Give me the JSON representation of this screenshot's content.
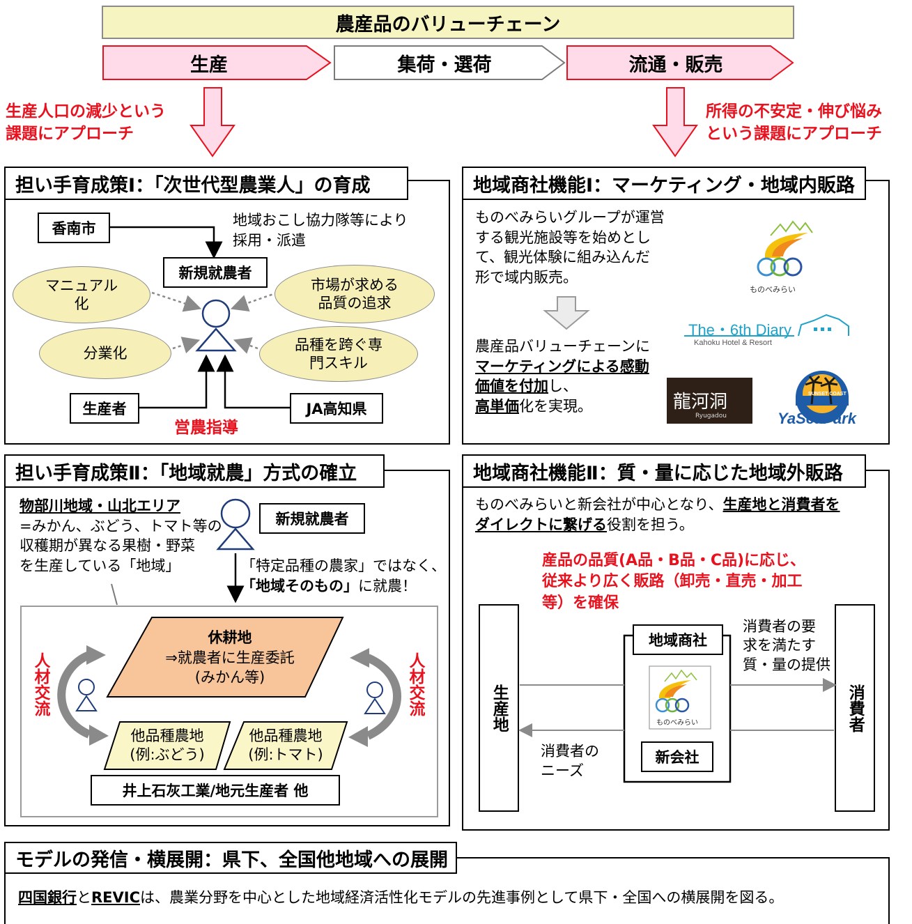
{
  "header": {
    "title": "農産品のバリューチェーン",
    "stage1": "生産",
    "stage2": "集荷・選荷",
    "stage3": "流通・販売"
  },
  "issues": {
    "left_line1": "生産人口の減少という",
    "left_line2": "課題にアプローチ",
    "right_line1": "所得の不安定・伸び悩み",
    "right_line2": "という課題にアプローチ"
  },
  "panel1": {
    "title": "担い手育成策Ⅰ：「次世代型農業人」の育成",
    "konan": "香南市",
    "recruit_line1": "地域おこし協力隊等により",
    "recruit_line2": "採用・派遣",
    "newcomer": "新規就農者",
    "manual_line1": "マニュアル",
    "manual_line2": "化",
    "market_line1": "市場が求める",
    "market_line2": "品質の追求",
    "division": "分業化",
    "crossvar_line1": "品種を跨ぐ専",
    "crossvar_line2": "門スキル",
    "producer": "生産者",
    "ja": "JA高知県",
    "guidance": "営農指導"
  },
  "panel2": {
    "title": "地域商社機能Ⅰ：マーケティング・地域内販路",
    "desc_line1": "ものべみらいグループが運営",
    "desc_line2": "する観光施設等を始めとし",
    "desc_line3": "て、観光体験に組み込んだ",
    "desc_line4": "形で域内販売。",
    "value_line1": "農産品バリューチェーンに",
    "value_u1": "マーケティングによる感動",
    "value_u2": "価値を付加",
    "value_t2": "し、",
    "value_u3": "高単価",
    "value_t3": "化を実現。",
    "logo_monobe": "ものべみらい",
    "logo_6th_a": "The・",
    "logo_6th_b": "6th Diary",
    "logo_6th_sub": "Kahoku Hotel & Resort",
    "logo_ryugado": "龍河洞",
    "logo_ryugado_sub": "Ryugadou",
    "logo_yasea": "YaSeaPark",
    "logo_yasea_sub": "SUNSET COAST"
  },
  "panel3": {
    "title": "担い手育成策Ⅱ：「地域就農」方式の確立",
    "area": "物部川地域・山北エリア",
    "area_line2": "=みかん、ぶどう、トマト等の",
    "area_line3": "収穫期が異なる果樹・野菜",
    "area_line4": "を生産している「地域」",
    "newcomer": "新規就農者",
    "note_line1": "「特定品種の農家」ではなく、",
    "note_bold": "「地域そのもの」",
    "note_rest": "に就農！",
    "fallow_title": "休耕地",
    "fallow_line2": "⇒就農者に生産委託",
    "fallow_line3": "(みかん等)",
    "other1_line1": "他品種農地",
    "other1_line2": "(例:ぶどう)",
    "other2_line1": "他品種農地",
    "other2_line2": "(例:トマト)",
    "exchange": "人材交流",
    "inoue": "井上石灰工業/地元生産者 他"
  },
  "panel4": {
    "title": "地域商社機能Ⅱ：質・量に応じた地域外販路",
    "desc_t1": "ものべみらいと新会社が中心となり、",
    "desc_u1": "生産地と消費者を",
    "desc_u2": "ダイレクトに繋げる",
    "desc_t2": "役割を担う。",
    "red_line1": "産品の品質(A品・B品・C品)に応じ、",
    "red_line2": "従来より広く販路（卸売・直売・加工",
    "red_line3": "等）を確保",
    "producer_area": "生産地",
    "consumer": "消費者",
    "trading": "地域商社",
    "newco": "新会社",
    "supply_line1": "消費者の要",
    "supply_line2": "求を満たす",
    "supply_line3": "質・量の提供",
    "needs_line1": "消費者の",
    "needs_line2": "ニーズ",
    "logo_monobe": "ものべみらい"
  },
  "panel5": {
    "title": "モデルの発信・横展開：県下、全国他地域への展開",
    "bank": "四国銀行",
    "and": "と",
    "revic": "REVIC",
    "rest": "は、農業分野を中心とした地域経済活性化モデルの先進事例として県下・全国への横展開を図る。"
  },
  "colors": {
    "title_bg": "#f6f4c0",
    "pink": "#ffdbe9",
    "pink_border": "#e8121f",
    "ellipse": "#f6f0b8",
    "orange": "#f8c59a",
    "yellow_light": "#fbf6c8",
    "red_text": "#e8121f"
  }
}
